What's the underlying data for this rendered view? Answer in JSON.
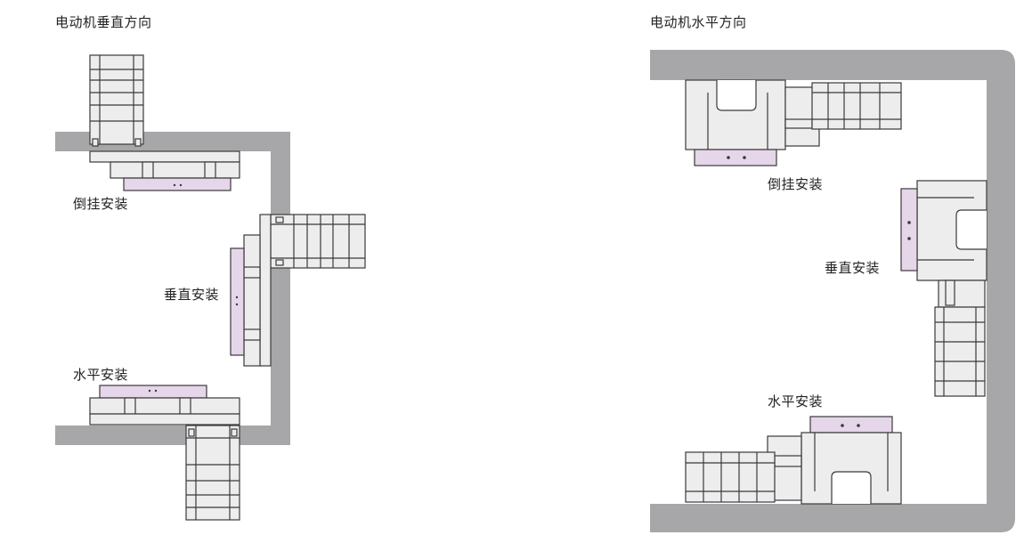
{
  "left_panel": {
    "title": "电动机垂直方向",
    "labels": {
      "hanging": "倒挂安装",
      "vertical": "垂直安装",
      "horizontal": "水平安装"
    }
  },
  "right_panel": {
    "title": "电动机水平方向",
    "labels": {
      "hanging": "倒挂安装",
      "vertical": "垂直安装",
      "horizontal": "水平安装"
    }
  },
  "colors": {
    "wall": "#a7a7a9",
    "body": "#ededed",
    "outline": "#3a3a3a",
    "mount_plate": "#e6d6ea"
  }
}
